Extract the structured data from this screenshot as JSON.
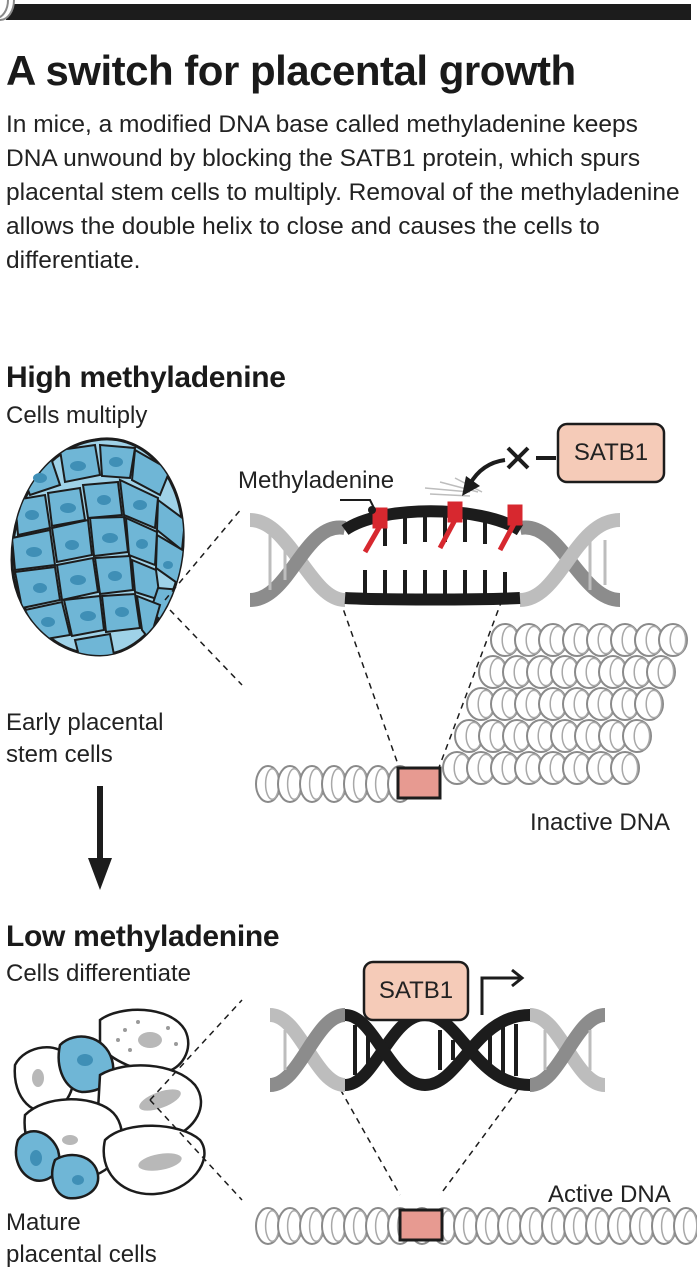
{
  "title": "A switch for placental growth",
  "intro": "In mice, a modified DNA base called methyladenine keeps DNA unwound by blocking the SATB1 protein, which spurs placental stem cells to multiply. Removal of the methyladenine allows the double helix to close and causes the cells to differentiate.",
  "high": {
    "heading": "High methyladenine",
    "subheading": "Cells multiply",
    "cell_label_line1": "Early placental",
    "cell_label_line2": "stem cells",
    "methyl_label": "Methyladenine",
    "protein_label": "SATB1",
    "dna_label": "Inactive DNA"
  },
  "low": {
    "heading": "Low methyladenine",
    "subheading": "Cells differentiate",
    "cell_label_line1": "Mature",
    "cell_label_line2": "placental cells",
    "protein_label": "SATB1",
    "dna_label": "Active DNA"
  },
  "colors": {
    "cell_blue": "#6fb6d6",
    "methyl_red": "#d7282f",
    "protein_fill": "#f5cbb8",
    "highlight_box": "#e79a91",
    "ink": "#1c1c1c"
  }
}
